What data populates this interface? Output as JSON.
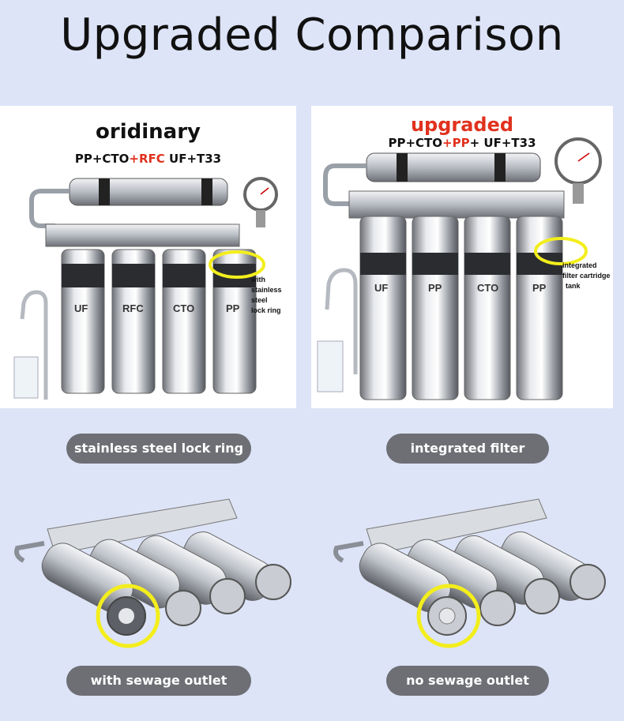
{
  "page": {
    "title": "Upgraded Comparison"
  },
  "left_panel": {
    "heading": "oridinary",
    "formula_a": "PP+CTO",
    "formula_b": "+RFC",
    "formula_c": " UF+T33",
    "note_line1": "with stainless steel",
    "note_line2": "lock ring",
    "cartridge_labels": [
      "UF",
      "RFC",
      "CTO",
      "PP"
    ]
  },
  "right_panel": {
    "heading": "upgraded",
    "formula_a": "PP+CTO",
    "formula_b": "+PP",
    "formula_c": "+ UF+T33",
    "note_line1": "integrated",
    "note_line2": "filter cartridge",
    "note_line3": "tank",
    "cartridge_labels": [
      "UF",
      "PP",
      "CTO",
      "PP"
    ]
  },
  "pills": {
    "top_left": "stainless steel lock ring",
    "top_right": "integrated filter",
    "bottom_left": "with sewage outlet",
    "bottom_right": "no sewage outlet"
  },
  "colors": {
    "background": "#dde4f7",
    "pill": "#6d6f75",
    "highlight_ring": "#f3ee1c",
    "accent_red": "#e0321e"
  }
}
